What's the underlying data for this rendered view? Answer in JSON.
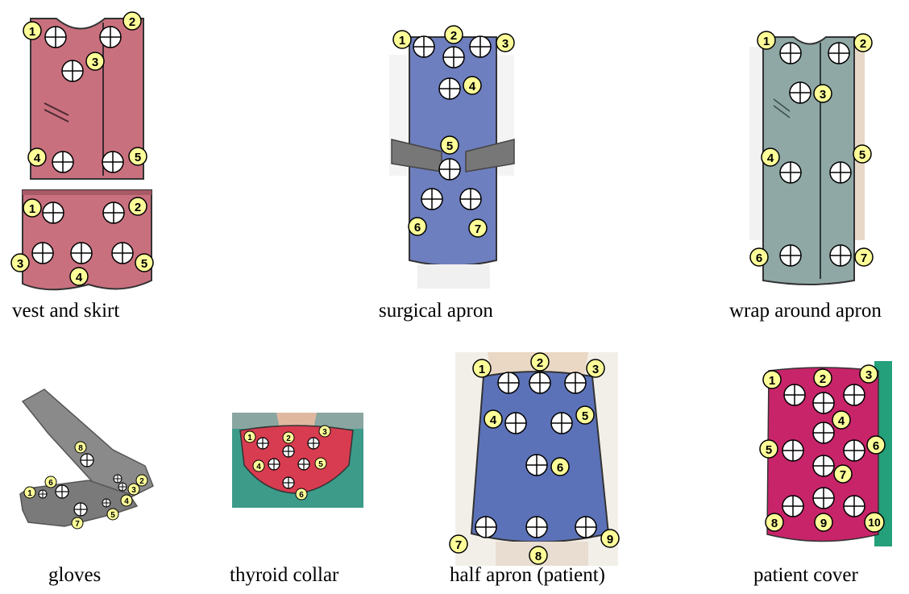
{
  "items": [
    {
      "id": "vest-and-skirt",
      "caption": "vest and skirt",
      "color": "#c9707f",
      "label_numbers": [
        "1",
        "2",
        "3",
        "4",
        "5",
        "1",
        "2",
        "3",
        "4",
        "5"
      ]
    },
    {
      "id": "surgical-apron",
      "caption": "surgical apron",
      "color": "#6e7fbf",
      "label_numbers": [
        "1",
        "2",
        "3",
        "4",
        "5",
        "6",
        "7"
      ]
    },
    {
      "id": "wrap-around-apron",
      "caption": "wrap around apron",
      "color": "#8fa8a6",
      "label_numbers": [
        "1",
        "2",
        "3",
        "4",
        "5",
        "6",
        "7"
      ]
    },
    {
      "id": "gloves",
      "caption": "gloves",
      "color": "#8a8a8a",
      "label_numbers": [
        "1",
        "2",
        "3",
        "4",
        "5",
        "6",
        "7",
        "8"
      ]
    },
    {
      "id": "thyroid-collar",
      "caption": "thyroid collar",
      "color": "#d83c50",
      "label_numbers": [
        "1",
        "2",
        "3",
        "4",
        "5",
        "6"
      ]
    },
    {
      "id": "half-apron",
      "caption": "half apron (patient)",
      "color": "#5c72b8",
      "label_numbers": [
        "1",
        "2",
        "3",
        "4",
        "5",
        "6",
        "7",
        "8",
        "9"
      ]
    },
    {
      "id": "patient-cover",
      "caption": "patient cover",
      "color": "#c8246a",
      "label_numbers": [
        "1",
        "2",
        "3",
        "4",
        "5",
        "6",
        "7",
        "8",
        "9",
        "10"
      ]
    }
  ],
  "colors": {
    "badge": "#ffff99",
    "crosshair": "#ffffff",
    "outline": "#000000"
  }
}
